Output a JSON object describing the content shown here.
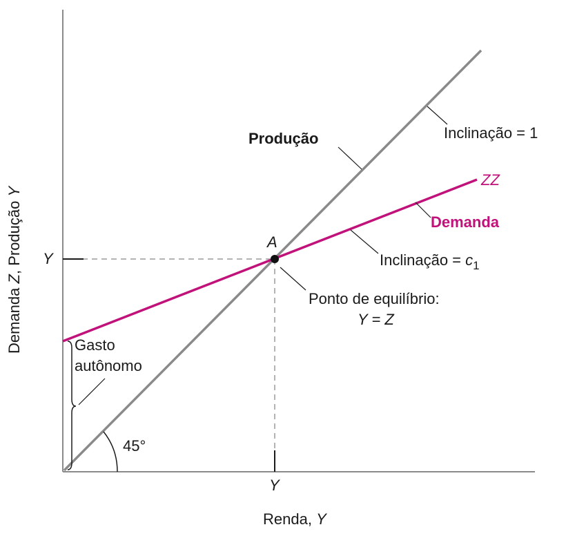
{
  "axes": {
    "xlabel_text": "Renda, ",
    "xlabel_var": "Y",
    "ylabel_text_1": "Demanda ",
    "ylabel_var_1": "Z",
    "ylabel_text_2": ", Produção ",
    "ylabel_var_2": "Y"
  },
  "equilibrium": {
    "point_label": "A",
    "y_tick": "Y",
    "x_tick": "Y",
    "caption_line1": "Ponto de equilíbrio:",
    "caption_line2": "Y = Z"
  },
  "production_line": {
    "label": "Produção",
    "slope_label": "Inclinação = 1",
    "color": "#8a8a8a"
  },
  "demand_line": {
    "name": "ZZ",
    "label": "Demanda",
    "slope_label_prefix": "Inclinação = ",
    "slope_var": "c",
    "slope_sub": "1",
    "color": "#c0127a"
  },
  "intercept": {
    "label_line1": "Gasto",
    "label_line2": "autônomo"
  },
  "angle": {
    "label": "45°"
  }
}
